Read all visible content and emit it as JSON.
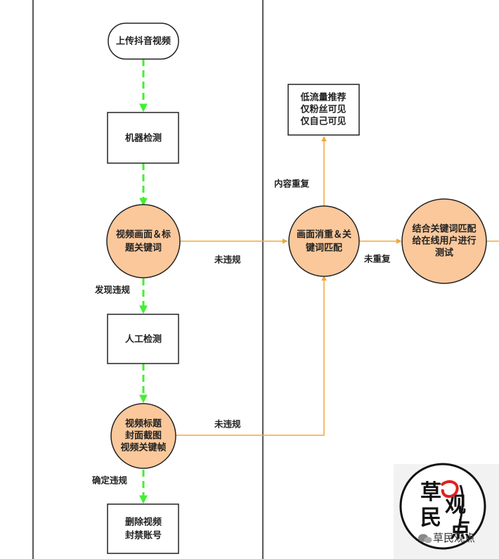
{
  "nodes": {
    "upload": "上传抖音视频",
    "machine_check": "机器检测",
    "keywords": [
      "视频画面＆标",
      "题关键词"
    ],
    "manual_check": "人工检测",
    "frames": [
      "视频标题",
      "封面截图",
      "视频关键帧"
    ],
    "delete": [
      "删除视频",
      "封禁账号"
    ],
    "dedupe": [
      "画面消重＆关",
      "键词匹配"
    ],
    "low_flow": [
      "低流量推荐",
      "仅粉丝可见",
      "仅自己可见"
    ],
    "test": [
      "结合关键词匹配",
      "给在线用户进行",
      "测试"
    ]
  },
  "edges": {
    "violation_found": "发现违规",
    "violation_confirmed": "确定违规",
    "no_violation_1": "未违规",
    "no_violation_2": "未违规",
    "duplicate_content": "内容重复",
    "not_duplicate": "未重复"
  },
  "logo": {
    "glyphs": [
      "草",
      "民",
      "观",
      "点"
    ],
    "caption": "草民观点"
  },
  "colors": {
    "green": "#44ee33",
    "orange": "#f0a83c",
    "node_fill": "#fbc89b",
    "stroke": "#222222"
  }
}
